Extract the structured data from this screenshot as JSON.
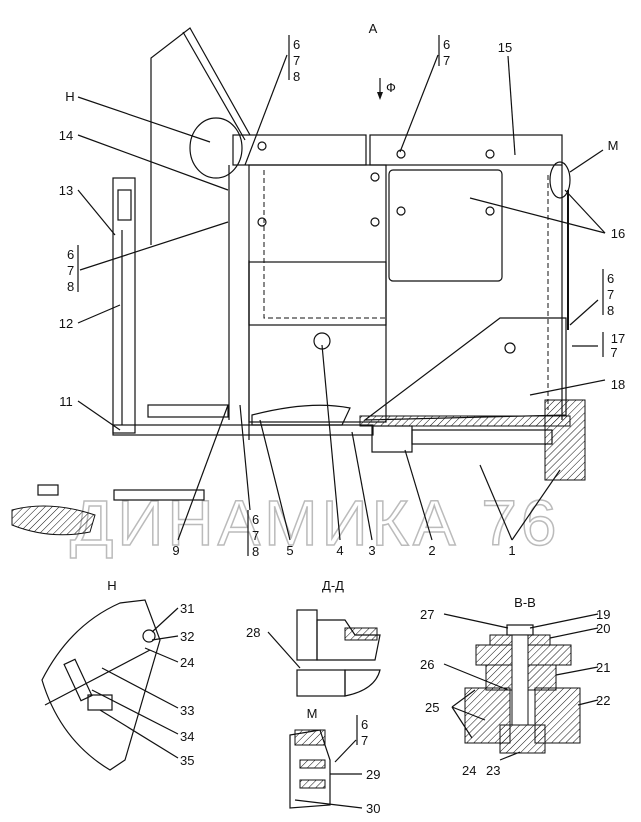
{
  "title_view": "А",
  "arrow_label": "Ф",
  "watermark": "ДИНАМИКА 76",
  "main_labels": {
    "H": "Н",
    "l14": "14",
    "l13": "13",
    "l12": "12",
    "l11": "11",
    "l15": "15",
    "M": "М",
    "l16": "16",
    "l17": "17",
    "l17b": "7",
    "l18": "18",
    "l9": "9",
    "l5": "5",
    "l4": "4",
    "l3": "3",
    "l2": "2",
    "l1": "1"
  },
  "stacks": {
    "top_678": [
      "6",
      "7",
      "8"
    ],
    "top_67": [
      "6",
      "7"
    ],
    "left_678": [
      "6",
      "7",
      "8"
    ],
    "right_678": [
      "6",
      "7",
      "8"
    ],
    "bottom_678": [
      "6",
      "7",
      "8"
    ],
    "m_67": [
      "6",
      "7"
    ]
  },
  "detail_h": {
    "title": "Н",
    "labels": [
      "31",
      "32",
      "24",
      "33",
      "34",
      "35"
    ]
  },
  "detail_dd": {
    "title": "Д-Д",
    "labels": [
      "28"
    ]
  },
  "detail_m": {
    "title": "М",
    "labels": [
      "29",
      "30"
    ]
  },
  "detail_bb": {
    "title": "В-В",
    "labels": [
      "27",
      "19",
      "20",
      "26",
      "21",
      "25",
      "22",
      "24",
      "23"
    ]
  }
}
